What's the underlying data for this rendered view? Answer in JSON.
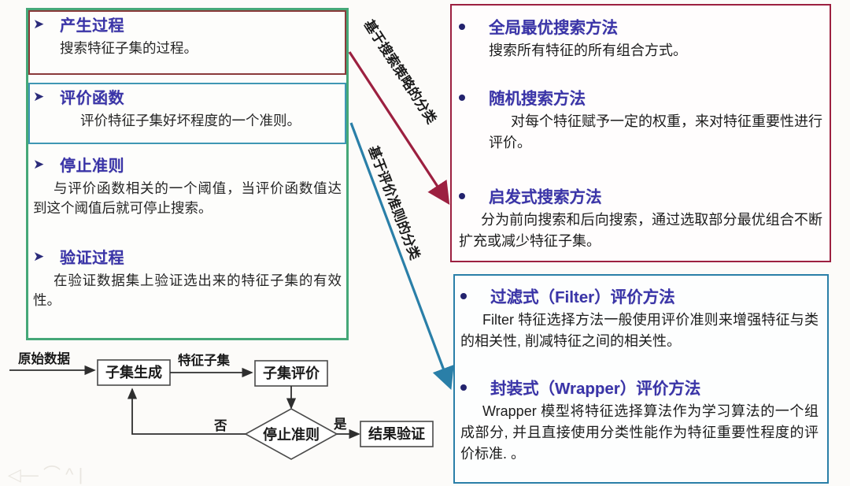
{
  "left_panel": {
    "frame_color": "#45a878",
    "items": [
      {
        "bullet": "arrow-bullet",
        "title": "产生过程",
        "body": "搜索特征子集的过程。",
        "border_color": "#8a3a3a"
      },
      {
        "bullet": "arrow-bullet",
        "title": "评价函数",
        "body": "评价特征子集好坏程度的一个准则。",
        "border_color": "#3f97b4"
      },
      {
        "bullet": "arrow-bullet",
        "title": "停止准则",
        "body": "与评价函数相关的一个阈值，当评价函数值达到这个阈值后就可停止搜索。"
      },
      {
        "bullet": "arrow-bullet",
        "title": "验证过程",
        "body": "在验证数据集上验证选出来的特征子集的有效性。"
      }
    ]
  },
  "connectors": [
    {
      "label": "基于搜索策略的分类",
      "color": "#9c2040"
    },
    {
      "label": "基于评价准则的分类",
      "color": "#2a7fa8"
    }
  ],
  "red_panel": {
    "border_color": "#9c2040",
    "items": [
      {
        "title": "全局最优搜索方法",
        "body": "搜索所有特征的所有组合方式。"
      },
      {
        "title": "随机搜索方法",
        "body": "对每个特征赋予一定的权重，来对特征重要性进行评价。"
      },
      {
        "title": "启发式搜索方法",
        "body": "分为前向搜索和后向搜索，通过选取部分最优组合不断扩充或减少特征子集。"
      }
    ]
  },
  "blue_panel": {
    "border_color": "#2a7fa8",
    "items": [
      {
        "title": "过滤式（Filter）评价方法",
        "body": "Filter 特征选择方法一般使用评价准则来增强特征与类的相关性, 削减特征之间的相关性。"
      },
      {
        "title": "封装式（Wrapper）评价方法",
        "body": "Wrapper 模型将特征选择算法作为学习算法的一个组成部分, 并且直接使用分类性能作为特征重要性程度的评价标准. 。"
      }
    ]
  },
  "flowchart": {
    "nodes": [
      {
        "id": "subset-generation",
        "label": "子集生成",
        "shape": "rect"
      },
      {
        "id": "subset-evaluation",
        "label": "子集评价",
        "shape": "rect"
      },
      {
        "id": "stopping-criterion",
        "label": "停止准则",
        "shape": "diamond"
      },
      {
        "id": "result-validation",
        "label": "结果验证",
        "shape": "rect"
      }
    ],
    "edge_labels": [
      {
        "id": "raw-data",
        "label": "原始数据"
      },
      {
        "id": "feature-subset",
        "label": "特征子集"
      },
      {
        "id": "no-branch",
        "label": "否"
      },
      {
        "id": "yes-branch",
        "label": "是"
      }
    ]
  },
  "watermark": "◁— ⌒ ^ |"
}
